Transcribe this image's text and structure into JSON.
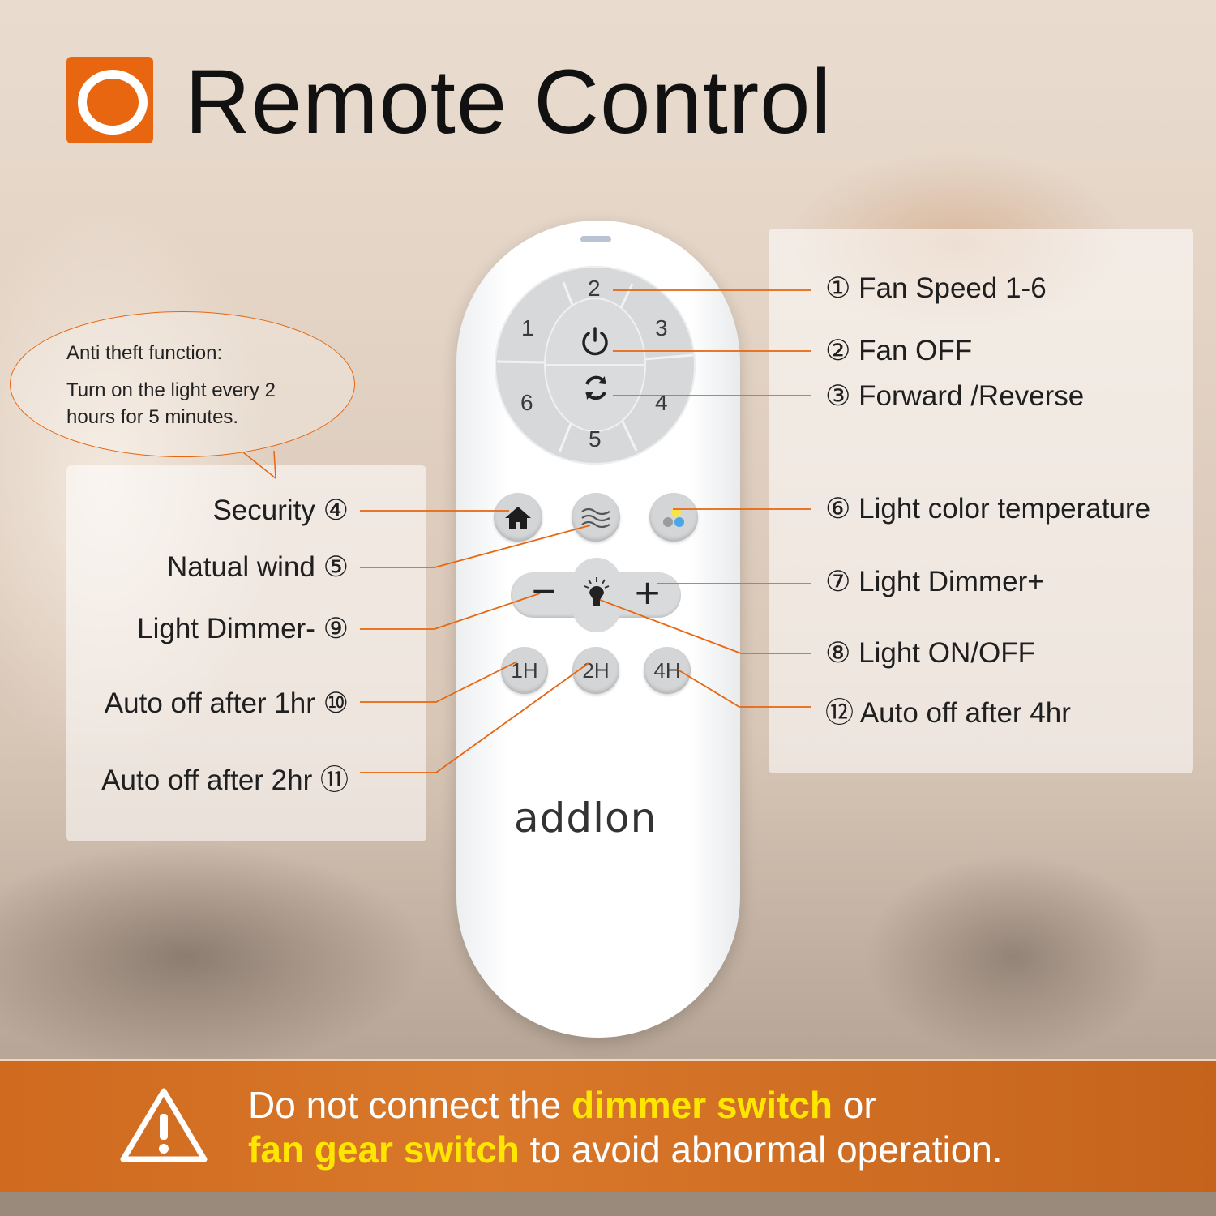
{
  "title": "Remote Control",
  "colors": {
    "accent": "#e8660f",
    "highlight": "#ffe600"
  },
  "bubble": {
    "heading": "Anti theft function:",
    "line1": "Turn on the light every 2",
    "line2": "hours for 5 minutes."
  },
  "right_labels": [
    {
      "num": "①",
      "text": "Fan Speed 1-6"
    },
    {
      "num": "②",
      "text": "Fan OFF"
    },
    {
      "num": "③",
      "text": "Forward /Reverse"
    },
    {
      "num": "⑥",
      "text": "Light color temperature"
    },
    {
      "num": "⑦",
      "text": "Light Dimmer+"
    },
    {
      "num": "⑧",
      "text": "Light ON/OFF"
    },
    {
      "num": "⑫",
      "text": "Auto off after 4hr"
    }
  ],
  "left_labels": [
    {
      "text": "Security",
      "num": "④"
    },
    {
      "text": "Natual wind",
      "num": "⑤"
    },
    {
      "text": "Light Dimmer-",
      "num": "⑨"
    },
    {
      "text": "Auto off after 1hr",
      "num": "⑩"
    },
    {
      "text": "Auto off after 2hr",
      "num": "⑪"
    }
  ],
  "remote": {
    "brand": "addlon",
    "dial_numbers": [
      "1",
      "2",
      "3",
      "4",
      "5",
      "6"
    ],
    "dimmer_minus": "−",
    "dimmer_plus": "+",
    "timers": [
      "1H",
      "2H",
      "4H"
    ],
    "icons": [
      "power-icon",
      "reverse-icon",
      "home-icon",
      "wind-icon",
      "color-temperature-icon",
      "bulb-icon"
    ]
  },
  "warning": {
    "icon": "warning-icon",
    "part1": "Do not connect the ",
    "hl1": "dimmer switch",
    "part2": " or",
    "hl2": "fan gear switch",
    "part3": " to avoid abnormal operation."
  }
}
